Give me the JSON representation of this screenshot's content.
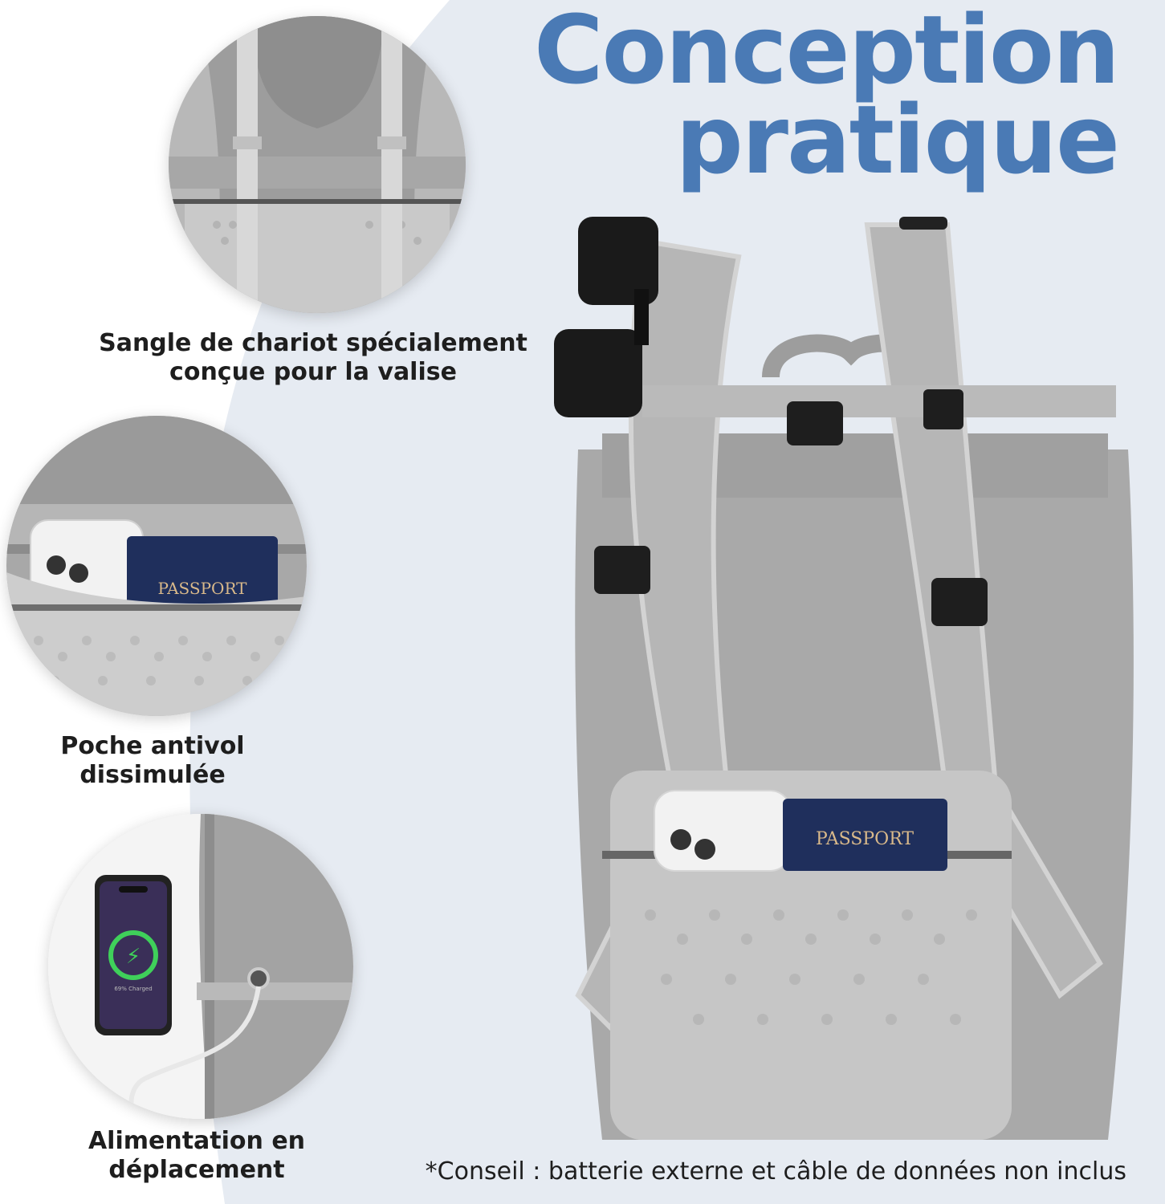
{
  "headline": {
    "line1": "Conception",
    "line2": "pratique"
  },
  "features": [
    {
      "line1": "Sangle de chariot spécialement",
      "line2": "conçue pour la valise"
    },
    {
      "line1": "Poche antivol",
      "line2": "dissimulée"
    },
    {
      "line1": "Alimentation en",
      "line2": "déplacement"
    }
  ],
  "footnote": "*Conseil : batterie externe et câble de données non inclus",
  "product_labels": {
    "passport": "PASSPORT",
    "phone_status": "69% Charged"
  },
  "colors": {
    "headline": "#4a7ab5",
    "background_curve": "#e6ebf2",
    "bag_gray": "#a9a9a9",
    "passport_navy": "#1f2f5c",
    "charge_green": "#3fd05a"
  }
}
